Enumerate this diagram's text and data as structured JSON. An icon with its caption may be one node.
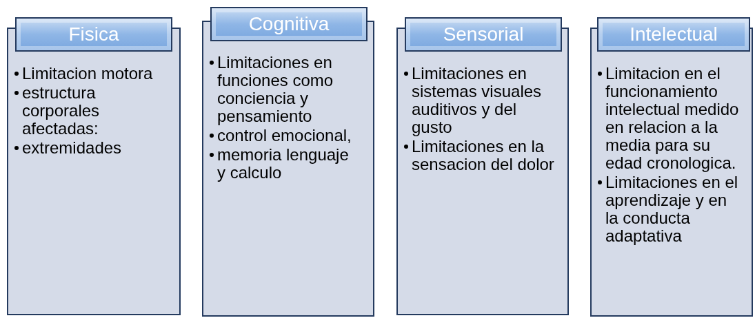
{
  "diagram": {
    "nodes": [
      {
        "text": [
          "Fisica"
        ]
      },
      {
        "text": [
          "Limitacion motora",
          "estructura corporales afectadas:",
          "extremidades"
        ]
      },
      {
        "text": [
          "Cognitiva"
        ]
      },
      {
        "text": [
          "Limitaciones en funciones como conciencia y pensamiento",
          "control emocional,",
          "memoria lenguaje y calculo"
        ]
      },
      {
        "text": [
          "Sensorial"
        ]
      },
      {
        "text": [
          "Limitaciones en sistemas visuales auditivos y del gusto",
          "Limitaciones en la sensacion del dolor"
        ]
      },
      {
        "text": [
          "Intelectual"
        ]
      },
      {
        "text": [
          "Limitacion en el funcionamiento intelectual medido en relacion a la media para su edad cronologica.",
          "Limitaciones en el aprendizaje y en la conducta adaptativa"
        ]
      }
    ],
    "edges": []
  }
}
